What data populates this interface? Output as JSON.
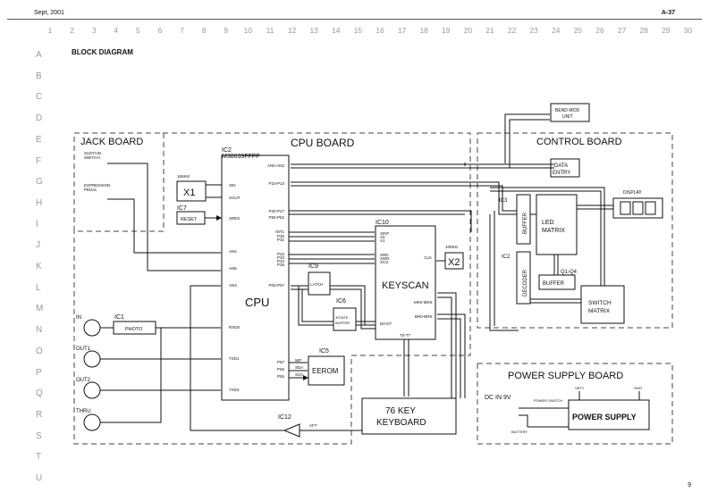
{
  "header": {
    "date": "Sept, 2001",
    "page_code": "A-37"
  },
  "columns": [
    "1",
    "2",
    "3",
    "4",
    "5",
    "6",
    "7",
    "8",
    "9",
    "10",
    "11",
    "12",
    "13",
    "14",
    "15",
    "16",
    "17",
    "18",
    "19",
    "20",
    "21",
    "22",
    "23",
    "24",
    "25",
    "26",
    "27",
    "28",
    "29",
    "30"
  ],
  "rows": [
    "A",
    "B",
    "C",
    "D",
    "E",
    "F",
    "G",
    "H",
    "I",
    "J",
    "K",
    "L",
    "M",
    "N",
    "O",
    "P",
    "Q",
    "R",
    "S",
    "T",
    "U"
  ],
  "title": "BLOCK DIAGRAM",
  "boards": {
    "jack": "JACK BOARD",
    "cpu": "CPU BOARD",
    "control": "CONTROL BOARD",
    "power": "POWER SUPPLY BOARD"
  },
  "jack_board": {
    "sustain": [
      "SUSTAIN",
      "SWITCH"
    ],
    "expression": [
      "EXPRESSION",
      "PEDAL"
    ]
  },
  "cpu_board": {
    "ic2_ref": "IC2",
    "ic2_part": "M38039FFFP",
    "cpu_label": "CPU",
    "x1_freq": "16MHz",
    "x1_label": "X1",
    "ic7_ref": "IC7",
    "reset_label": "RESET",
    "cpu_left_pins": [
      "XIN",
      "XOUT",
      "XRES",
      "AN4",
      "AN5",
      "AN3",
      "RXD0",
      "TXD1",
      "TXD3"
    ],
    "cpu_right_pins": [
      "AN0-AN2",
      "P10-P13",
      "P20-P27",
      "P50-P52",
      "INT1",
      "P30",
      "P31",
      "P32",
      "P33",
      "P34",
      "P35",
      "P00-P07",
      "P57",
      "P56",
      "P55"
    ],
    "ic9_ref": "IC9",
    "latch_label": "LATCH",
    "ic6_ref": "IC6",
    "buffer3_label": [
      "3STATE",
      "BUFFER"
    ],
    "ic5_ref": "IC5",
    "eerom_label": "EEROM",
    "eerom_pins": [
      "WP",
      "SDA",
      "SCK"
    ],
    "ic10_ref": "IC10",
    "keyscan_label": "KEYSCAN",
    "keyscan_left_pins": [
      "XINT",
      "A0",
      "A1",
      "XRD",
      "XWR",
      "XCS",
      "D0-D7"
    ],
    "keyscan_right_pins": [
      "CLK",
      "MK0-MK9",
      "BR0-BR9"
    ],
    "keyscan_bottom_pin": "T0-T7",
    "x2_freq": "10MHz",
    "x2_label": "X2",
    "ic1_ref": "IC1",
    "photo_label": "PHOTO",
    "midi_ports": [
      "IN",
      "OUT1",
      "OUT2",
      "THRU"
    ],
    "ic12_ref": "IC12",
    "aft_label": "AFT"
  },
  "external": {
    "bend_mod": [
      "BEND-MOD",
      "UNIT"
    ],
    "data_entry": [
      "DATA",
      "ENTRY"
    ],
    "keyboard": [
      "76 KEY",
      "KEYBOARD"
    ]
  },
  "control_board": {
    "ic3_ref": "IC3",
    "buffer_label": "BUFFER",
    "ic2_ref": "IC2",
    "decoder_label": "DECODER",
    "led_matrix": [
      "LED",
      "MATRIX"
    ],
    "q_label": "Q1-Q4",
    "qbuffer_label": "BUFFER",
    "switch_matrix": [
      "SWITCH",
      "MATRIX"
    ],
    "display_label": "DISPLAY"
  },
  "power_board": {
    "dc_in": "DC IN 9V",
    "power_switch": "POWER SWITCH",
    "battery": "BATTERY",
    "vbty": "VBTY",
    "plus5vd": "+5VD",
    "power_supply": "POWER SUPPLY"
  },
  "footer": {
    "page_number": "9"
  }
}
